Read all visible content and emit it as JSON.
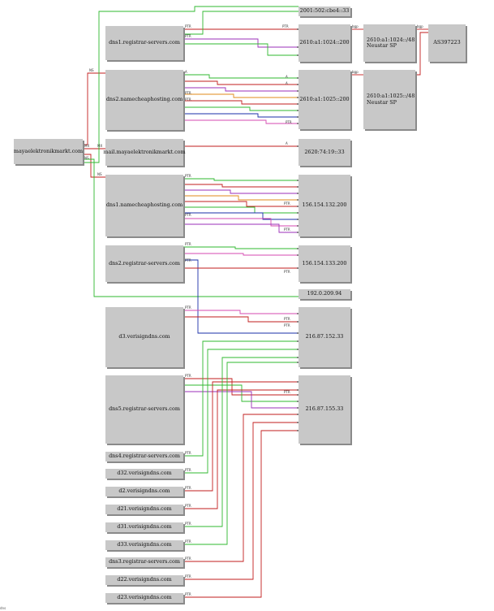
{
  "diagram": {
    "domain_node": "mayaelektronikmarkt.com",
    "nodes": {
      "v6_top": "2001:502:cbe4::33",
      "dns1_reg": "dns1.registrar-servers.com",
      "v6_a": "2610:a1:1024::200",
      "net_1024": "2610:a1:1024::/48\nNeustar SP",
      "as": "AS397223",
      "dns2_nc": "dns2.namecheaphosting.com",
      "v6_b": "2610:a1:1025::200",
      "net_1025": "2610:a1:1025::/48\nNeustar SP",
      "mail": "mail.mayaelektronikmarkt.com",
      "v6_c": "2620:74:19::33",
      "dns1_nc": "dns1.namecheaphosting.com",
      "ip1": "156.154.132.200",
      "dns2_reg": "dns2.registrar-servers.com",
      "ip2": "156.154.133.200",
      "ip3": "192.0.209.94",
      "d3": "d3.verisigndns.com",
      "ip4": "216.87.152.33",
      "dns5_reg": "dns5.registrar-servers.com",
      "ip5": "216.87.155.33",
      "dns4_reg": "dns4.registrar-servers.com",
      "a32": "d32.verisigndns.com",
      "a2": "d2.verisigndns.com",
      "a21": "d21.verisigndns.com",
      "a31": "d31.verisigndns.com",
      "a33": "d33.verisigndns.com",
      "dns3_reg": "dns3.registrar-servers.com",
      "a22": "d22.verisigndns.com",
      "a23": "d23.verisigndns.com"
    },
    "edge_labels": {
      "ns": "NS",
      "mx": "MX",
      "a": "A",
      "aaaa": "AAAA",
      "ptr": "PTR",
      "bgp": "bgp"
    },
    "colors": {
      "node_fill": "#c8c8c8",
      "red": "#c21d1d",
      "green": "#2fb82f",
      "purple": "#9b2fb8",
      "orange": "#e08a1a",
      "blue": "#1a2fa8",
      "pink": "#d44ab0"
    },
    "footer": "dns"
  }
}
